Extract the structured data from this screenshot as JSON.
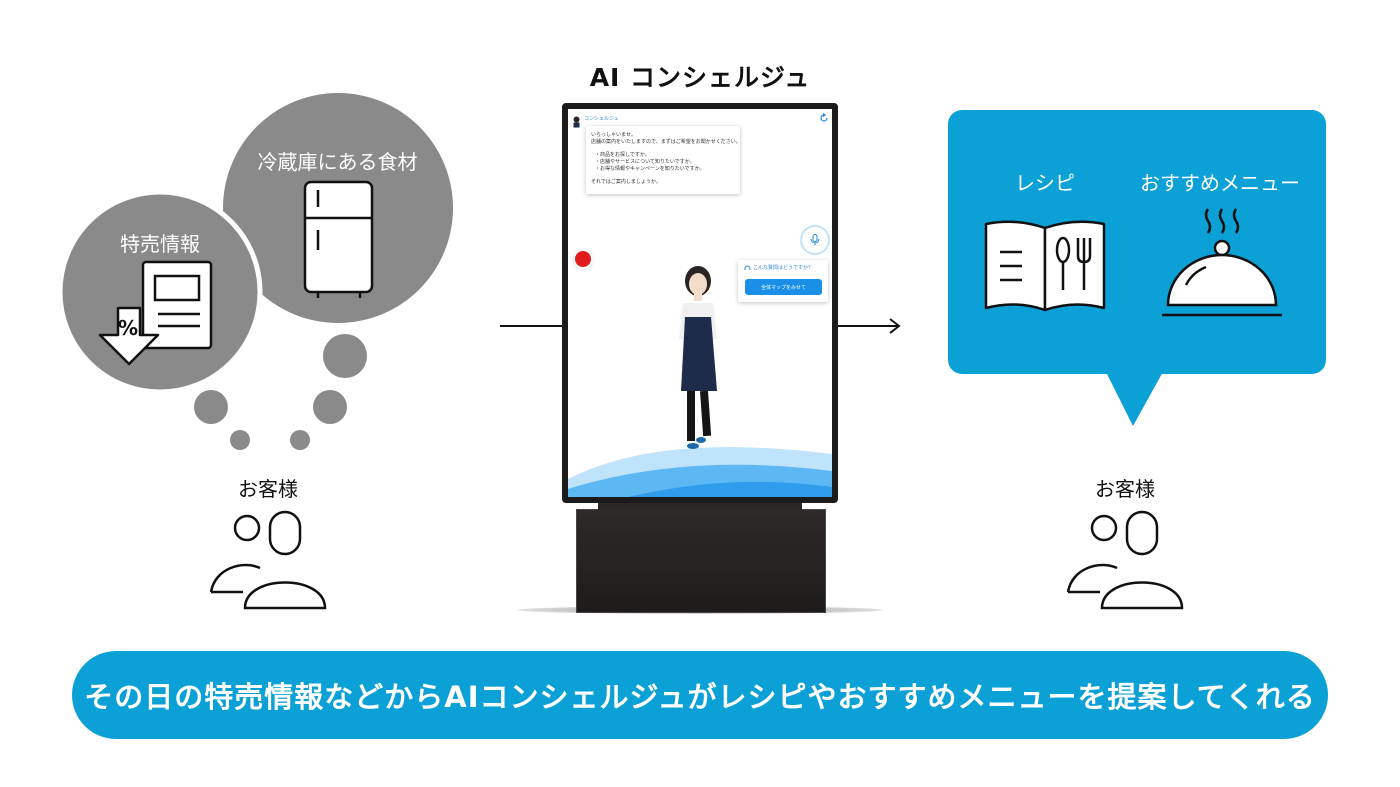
{
  "title": "AI コンシェルジュ",
  "left": {
    "bubble_small_label": "特売情報",
    "bubble_large_label": "冷蔵庫にある食材",
    "customer_label": "お客様"
  },
  "kiosk": {
    "header": "コンシェルジュ",
    "chat_lines": [
      "いらっしゃいませ。",
      "店舗の案内をいたしますので、まずはご希望をお聞かせください。",
      "・商品をお探しですか。",
      "・店舗やサービスについて知りたいですか。",
      "・お得な情報やキャンペーンを知りたいですか。",
      "それではご案内しましょうか。"
    ],
    "suggest_prompt": "こんな質問はどうですか？",
    "suggest_button": "全体マップをみせて"
  },
  "right": {
    "recipe_label": "レシピ",
    "menu_label": "おすすめメニュー",
    "customer_label": "お客様"
  },
  "banner": "その日の特売情報などからAIコンシェルジュがレシピやおすすめメニューを提案してくれる",
  "colors": {
    "accent": "#0ba0d6",
    "bubble": "#8a8a8a",
    "record": "#e21b1b"
  },
  "icons": [
    "sale-flyer-icon",
    "refrigerator-icon",
    "customers-icon",
    "recipe-book-icon",
    "cloche-icon",
    "mic-icon",
    "refresh-icon",
    "headset-icon"
  ]
}
